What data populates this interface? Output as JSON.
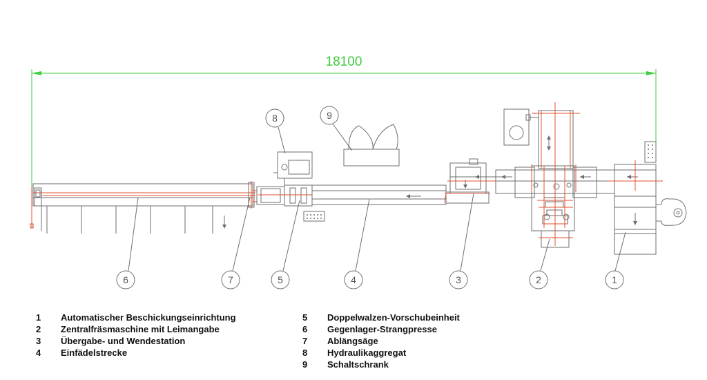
{
  "dimension": {
    "total_length": "18100"
  },
  "callouts": [
    "1",
    "2",
    "3",
    "4",
    "5",
    "6",
    "7",
    "8",
    "9"
  ],
  "legend_left": [
    {
      "number": "1",
      "label": "Automatischer Beschickungseinrichtung"
    },
    {
      "number": "2",
      "label": "Zentralfräsmaschine mit Leimangabe"
    },
    {
      "number": "3",
      "label": "Übergabe- und Wendestation"
    },
    {
      "number": "4",
      "label": "Einfädelstrecke"
    }
  ],
  "legend_right": [
    {
      "number": "5",
      "label": "Doppelwalzen-Vorschubeinheit"
    },
    {
      "number": "6",
      "label": "Gegenlager-Strangpresse"
    },
    {
      "number": "7",
      "label": "Ablängsäge"
    },
    {
      "number": "8",
      "label": "Hydraulikaggregat"
    },
    {
      "number": "9",
      "label": "Schaltschrank"
    }
  ],
  "colors": {
    "lines": "#6e6e6e",
    "red_lines": "#e05030",
    "dimension": "#3ccc3c"
  }
}
